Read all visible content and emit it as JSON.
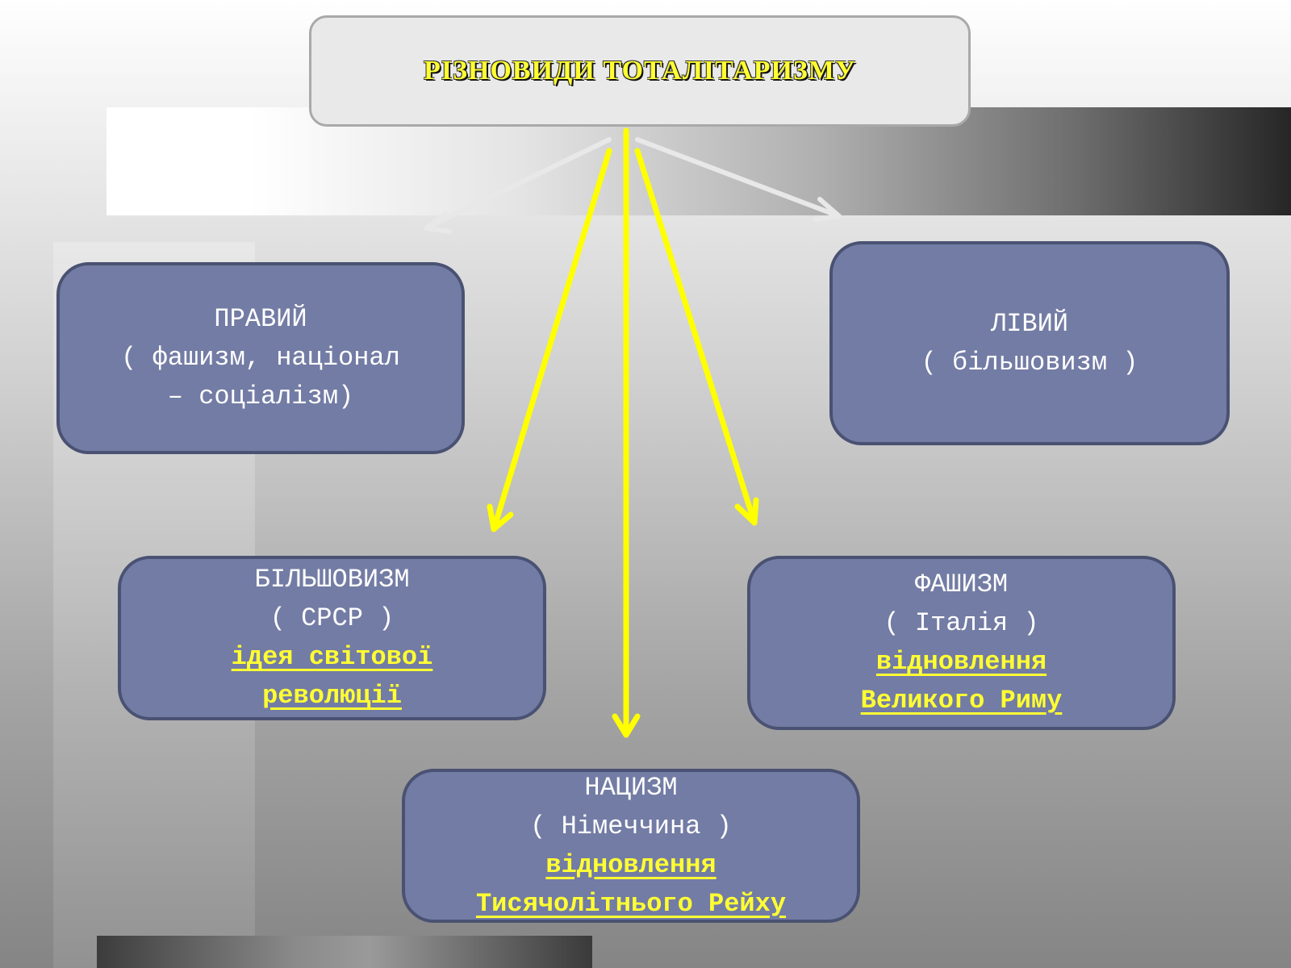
{
  "title": "РІЗНОВИДИ ТОТАЛІТАРИЗМУ",
  "nodes": {
    "right_wing": {
      "lines": [
        "ПРАВИЙ",
        "( фашизм, націонал",
        "– соціалізм)"
      ]
    },
    "left_wing": {
      "lines": [
        "ЛІВИЙ",
        "( більшовизм )"
      ]
    },
    "bolshevism": {
      "lines": [
        "БІЛЬШОВИЗМ",
        "( СРСР )"
      ],
      "highlight": [
        "ідея світової",
        "революції"
      ]
    },
    "fascism": {
      "lines": [
        "ФАШИЗМ",
        "( Італія )"
      ],
      "highlight": [
        "відновлення",
        "Великого Риму"
      ]
    },
    "nazism": {
      "lines": [
        "НАЦИЗМ",
        "( Німеччина )"
      ],
      "highlight": [
        "відновлення",
        "Тисячолітнього Рейху"
      ]
    }
  },
  "colors": {
    "node_fill": "#737ca4",
    "node_border": "#4a5273",
    "highlight_text": "#ffff33",
    "main_arrow": "#ffff00",
    "faint_arrow": "#e8e8e8"
  }
}
